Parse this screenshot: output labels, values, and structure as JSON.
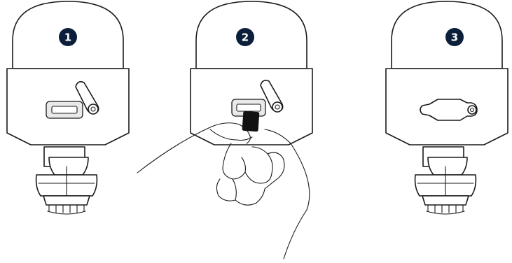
{
  "steps": [
    {
      "number": "1",
      "icon": "camera-usb-cover-closed-icon"
    },
    {
      "number": "2",
      "icon": "hand-inserting-card-icon"
    },
    {
      "number": "3",
      "icon": "camera-port-sealed-icon"
    }
  ],
  "colors": {
    "badge": "#0b1f3a",
    "outline": "#1a1a1a",
    "slot_fill": "#e9e9e9"
  }
}
